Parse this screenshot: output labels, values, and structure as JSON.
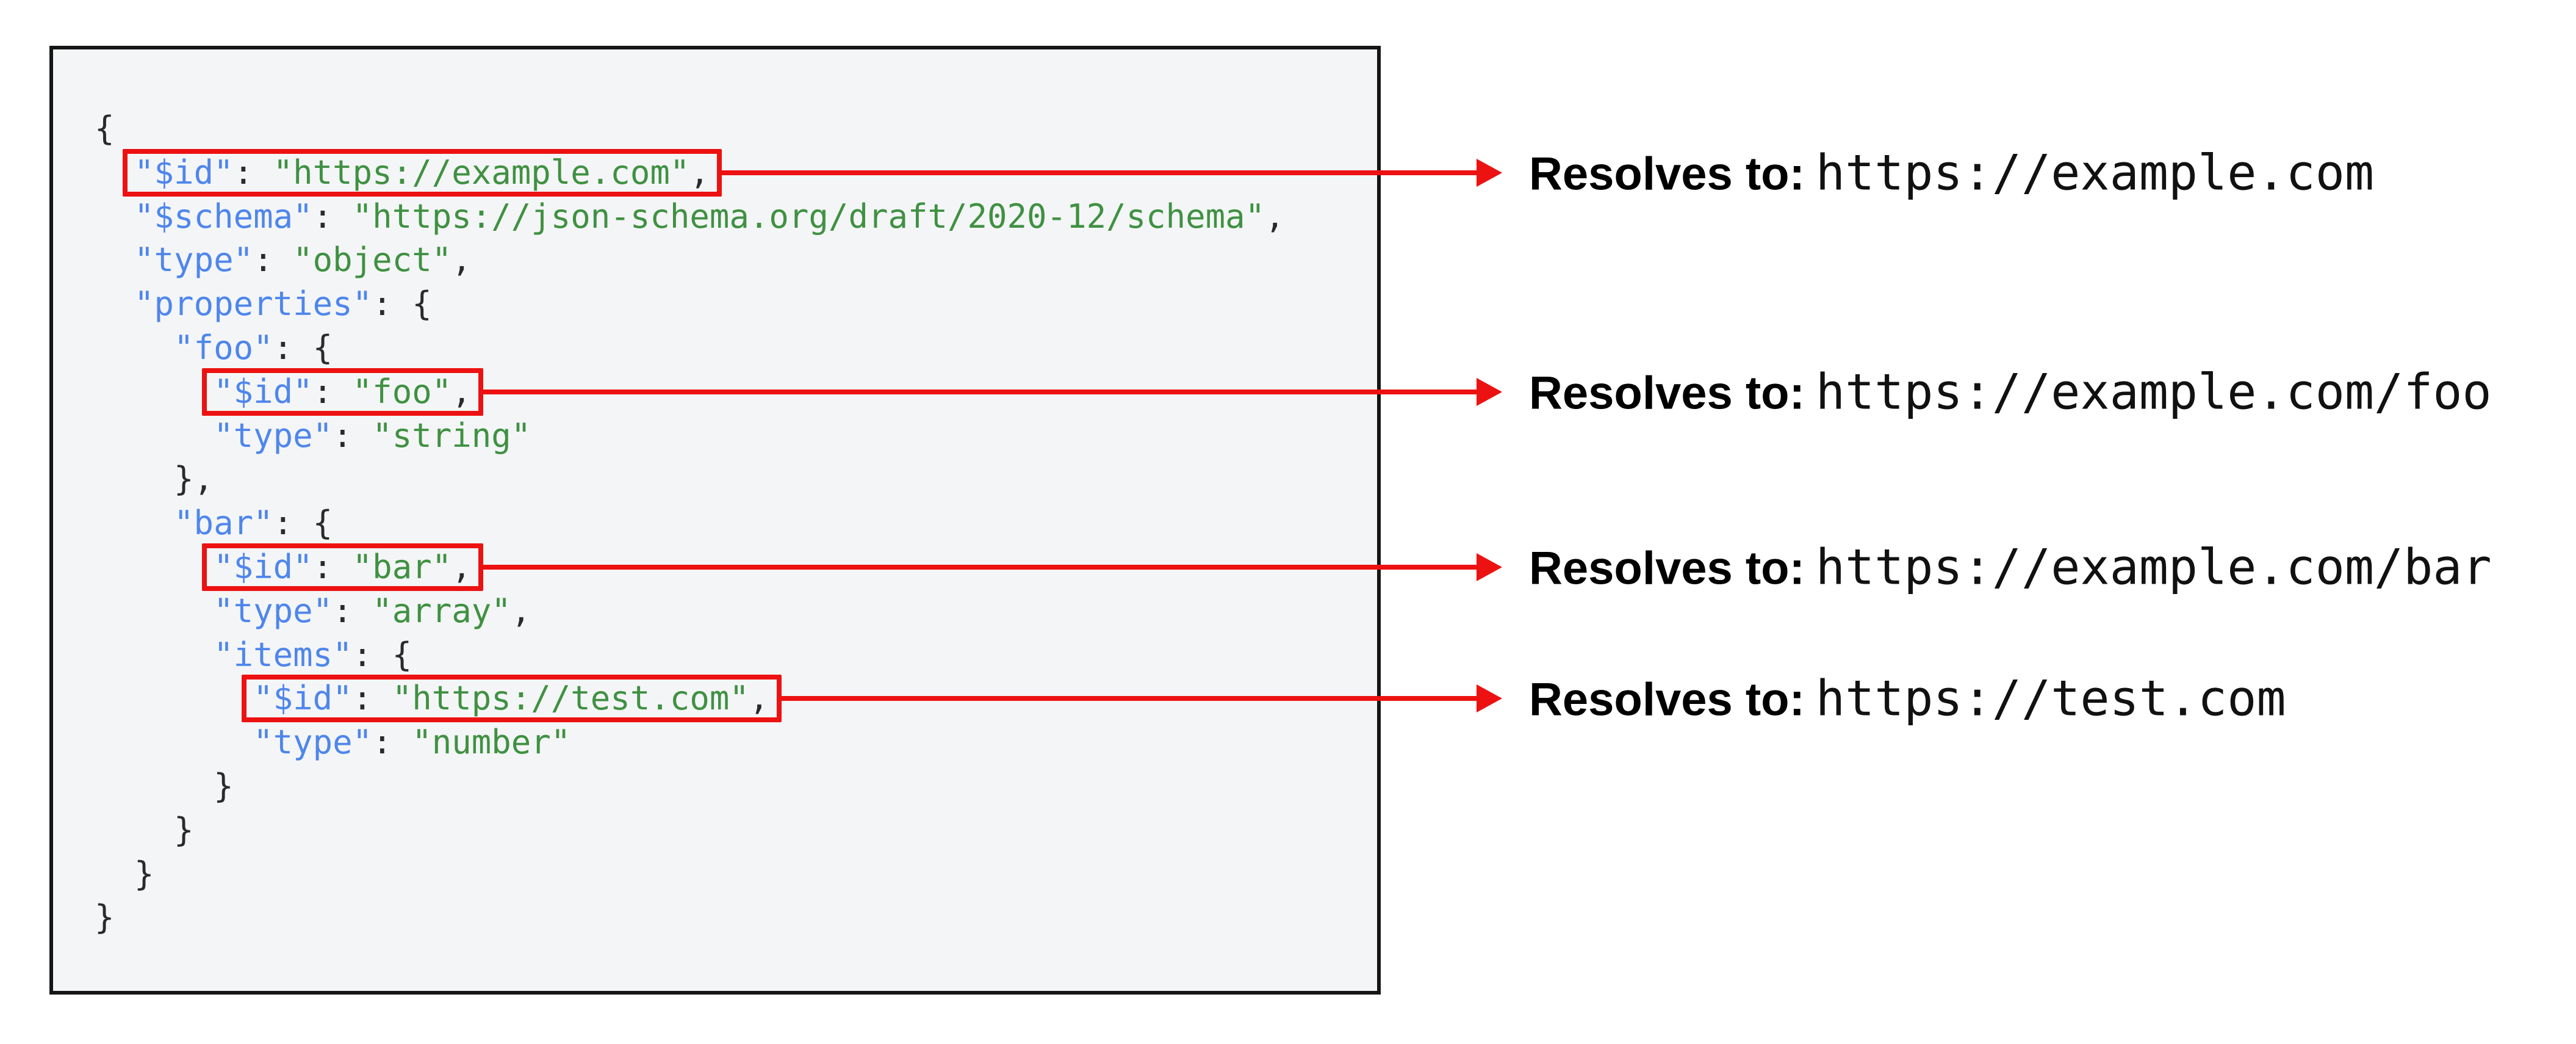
{
  "colors": {
    "highlight_red": "#ed1212",
    "key_blue": "#4e86ec",
    "string_green": "#3f9142",
    "punctuation": "#2a2a2a",
    "panel_background": "#f4f5f6",
    "panel_border": "#161616",
    "annotation_text": "#000000"
  },
  "code_panel": {
    "lines": [
      [
        {
          "c": "p",
          "t": "{"
        }
      ],
      [
        {
          "c": "p",
          "t": "  "
        },
        {
          "c": "k",
          "t": "\"$id\""
        },
        {
          "c": "p",
          "t": ": "
        },
        {
          "c": "v",
          "t": "\"https://example.com\""
        },
        {
          "c": "p",
          "t": ","
        }
      ],
      [
        {
          "c": "p",
          "t": "  "
        },
        {
          "c": "k",
          "t": "\"$schema\""
        },
        {
          "c": "p",
          "t": ": "
        },
        {
          "c": "v",
          "t": "\"https://json-schema.org/draft/2020-12/schema\""
        },
        {
          "c": "p",
          "t": ","
        }
      ],
      [
        {
          "c": "p",
          "t": "  "
        },
        {
          "c": "k",
          "t": "\"type\""
        },
        {
          "c": "p",
          "t": ": "
        },
        {
          "c": "v",
          "t": "\"object\""
        },
        {
          "c": "p",
          "t": ","
        }
      ],
      [
        {
          "c": "p",
          "t": "  "
        },
        {
          "c": "k",
          "t": "\"properties\""
        },
        {
          "c": "p",
          "t": ": {"
        }
      ],
      [
        {
          "c": "p",
          "t": "    "
        },
        {
          "c": "k",
          "t": "\"foo\""
        },
        {
          "c": "p",
          "t": ": {"
        }
      ],
      [
        {
          "c": "p",
          "t": "      "
        },
        {
          "c": "k",
          "t": "\"$id\""
        },
        {
          "c": "p",
          "t": ": "
        },
        {
          "c": "v",
          "t": "\"foo\""
        },
        {
          "c": "p",
          "t": ","
        }
      ],
      [
        {
          "c": "p",
          "t": "      "
        },
        {
          "c": "k",
          "t": "\"type\""
        },
        {
          "c": "p",
          "t": ": "
        },
        {
          "c": "v",
          "t": "\"string\""
        }
      ],
      [
        {
          "c": "p",
          "t": "    },"
        }
      ],
      [
        {
          "c": "p",
          "t": "    "
        },
        {
          "c": "k",
          "t": "\"bar\""
        },
        {
          "c": "p",
          "t": ": {"
        }
      ],
      [
        {
          "c": "p",
          "t": "      "
        },
        {
          "c": "k",
          "t": "\"$id\""
        },
        {
          "c": "p",
          "t": ": "
        },
        {
          "c": "v",
          "t": "\"bar\""
        },
        {
          "c": "p",
          "t": ","
        }
      ],
      [
        {
          "c": "p",
          "t": "      "
        },
        {
          "c": "k",
          "t": "\"type\""
        },
        {
          "c": "p",
          "t": ": "
        },
        {
          "c": "v",
          "t": "\"array\""
        },
        {
          "c": "p",
          "t": ","
        }
      ],
      [
        {
          "c": "p",
          "t": "      "
        },
        {
          "c": "k",
          "t": "\"items\""
        },
        {
          "c": "p",
          "t": ": {"
        }
      ],
      [
        {
          "c": "p",
          "t": "        "
        },
        {
          "c": "k",
          "t": "\"$id\""
        },
        {
          "c": "p",
          "t": ": "
        },
        {
          "c": "v",
          "t": "\"https://test.com\""
        },
        {
          "c": "p",
          "t": ","
        }
      ],
      [
        {
          "c": "p",
          "t": "        "
        },
        {
          "c": "k",
          "t": "\"type\""
        },
        {
          "c": "p",
          "t": ": "
        },
        {
          "c": "v",
          "t": "\"number\""
        }
      ],
      [
        {
          "c": "p",
          "t": "      }"
        }
      ],
      [
        {
          "c": "p",
          "t": "    }"
        }
      ],
      [
        {
          "c": "p",
          "t": "  }"
        }
      ],
      [
        {
          "c": "p",
          "t": "}"
        }
      ]
    ]
  },
  "annotations": {
    "label": "Resolves to:",
    "items": [
      {
        "line": 1,
        "resolved_url": "https://example.com"
      },
      {
        "line": 6,
        "resolved_url": "https://example.com/foo"
      },
      {
        "line": 10,
        "resolved_url": "https://example.com/bar"
      },
      {
        "line": 13,
        "resolved_url": "https://test.com"
      }
    ]
  }
}
